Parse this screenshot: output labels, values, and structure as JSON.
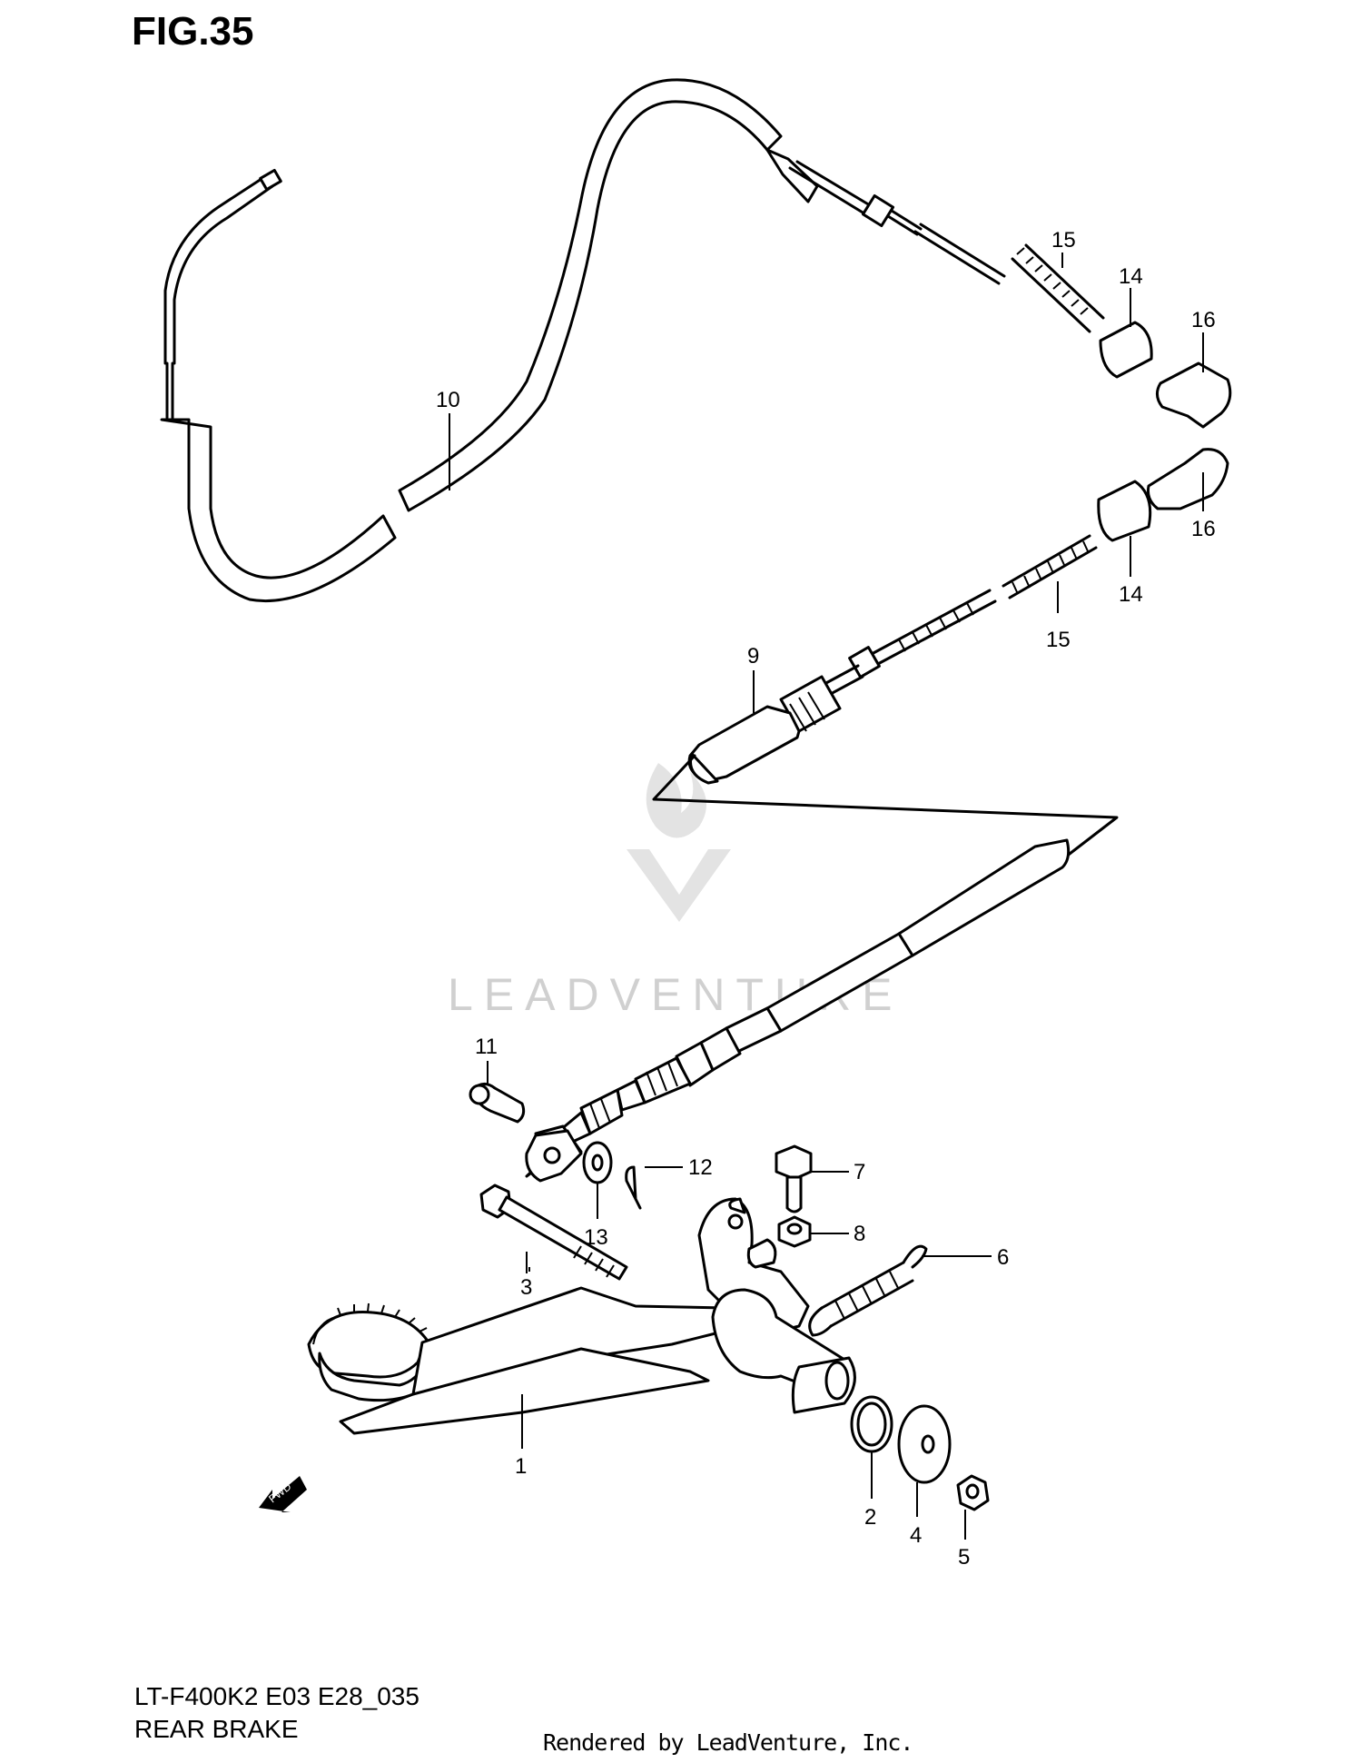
{
  "header": {
    "figure_label": "FIG.35"
  },
  "footer": {
    "model_code": "LT-F400K2 E03 E28_035",
    "section_title": "REAR BRAKE",
    "rendered_by": "Rendered by LeadVenture, Inc."
  },
  "watermark": {
    "text": "LEADVENTURE"
  },
  "direction_marker": {
    "text": "FWD"
  },
  "callouts": {
    "c1": "1",
    "c2": "2",
    "c3": "3",
    "c4": "4",
    "c5": "5",
    "c6": "6",
    "c7": "7",
    "c8": "8",
    "c9": "9",
    "c10": "10",
    "c11": "11",
    "c12": "12",
    "c13": "13",
    "c14a": "14",
    "c14b": "14",
    "c15a": "15",
    "c15b": "15",
    "c16a": "16",
    "c16b": "16"
  },
  "colors": {
    "line": "#000000",
    "background": "#ffffff",
    "watermark": "#d0d0d0"
  }
}
